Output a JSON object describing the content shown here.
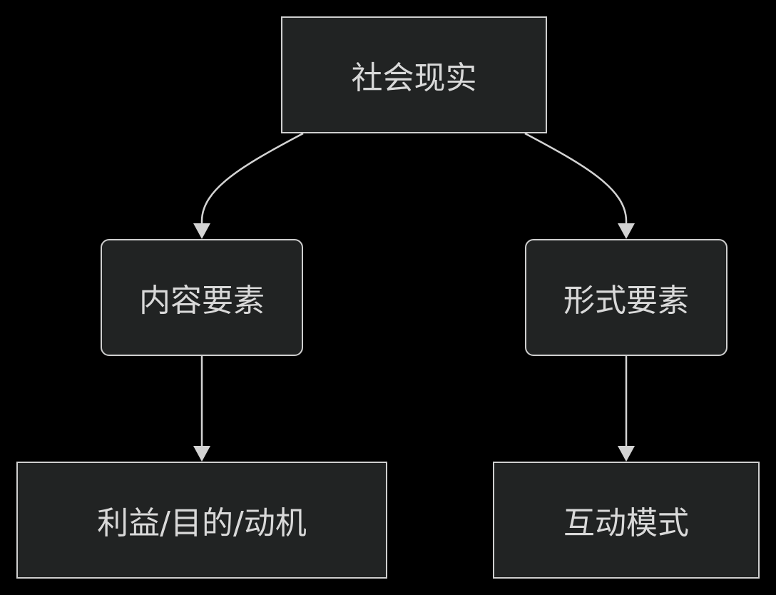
{
  "diagram": {
    "type": "flowchart",
    "colors": {
      "background": "#000000",
      "node_fill": "#212323",
      "node_border": "#cfcfcf",
      "text": "#d9d9d9",
      "edge": "#d3d3d3"
    },
    "nodes": {
      "root": {
        "label": "社会现实",
        "shape": "rect"
      },
      "left": {
        "label": "内容要素",
        "shape": "rounded-rect"
      },
      "right": {
        "label": "形式要素",
        "shape": "rounded-rect"
      },
      "left_child": {
        "label": "利益/目的/动机",
        "shape": "rect"
      },
      "right_child": {
        "label": "互动模式",
        "shape": "rect"
      }
    },
    "edges": [
      {
        "from": "root",
        "to": "left"
      },
      {
        "from": "root",
        "to": "right"
      },
      {
        "from": "left",
        "to": "left_child"
      },
      {
        "from": "right",
        "to": "right_child"
      }
    ]
  }
}
